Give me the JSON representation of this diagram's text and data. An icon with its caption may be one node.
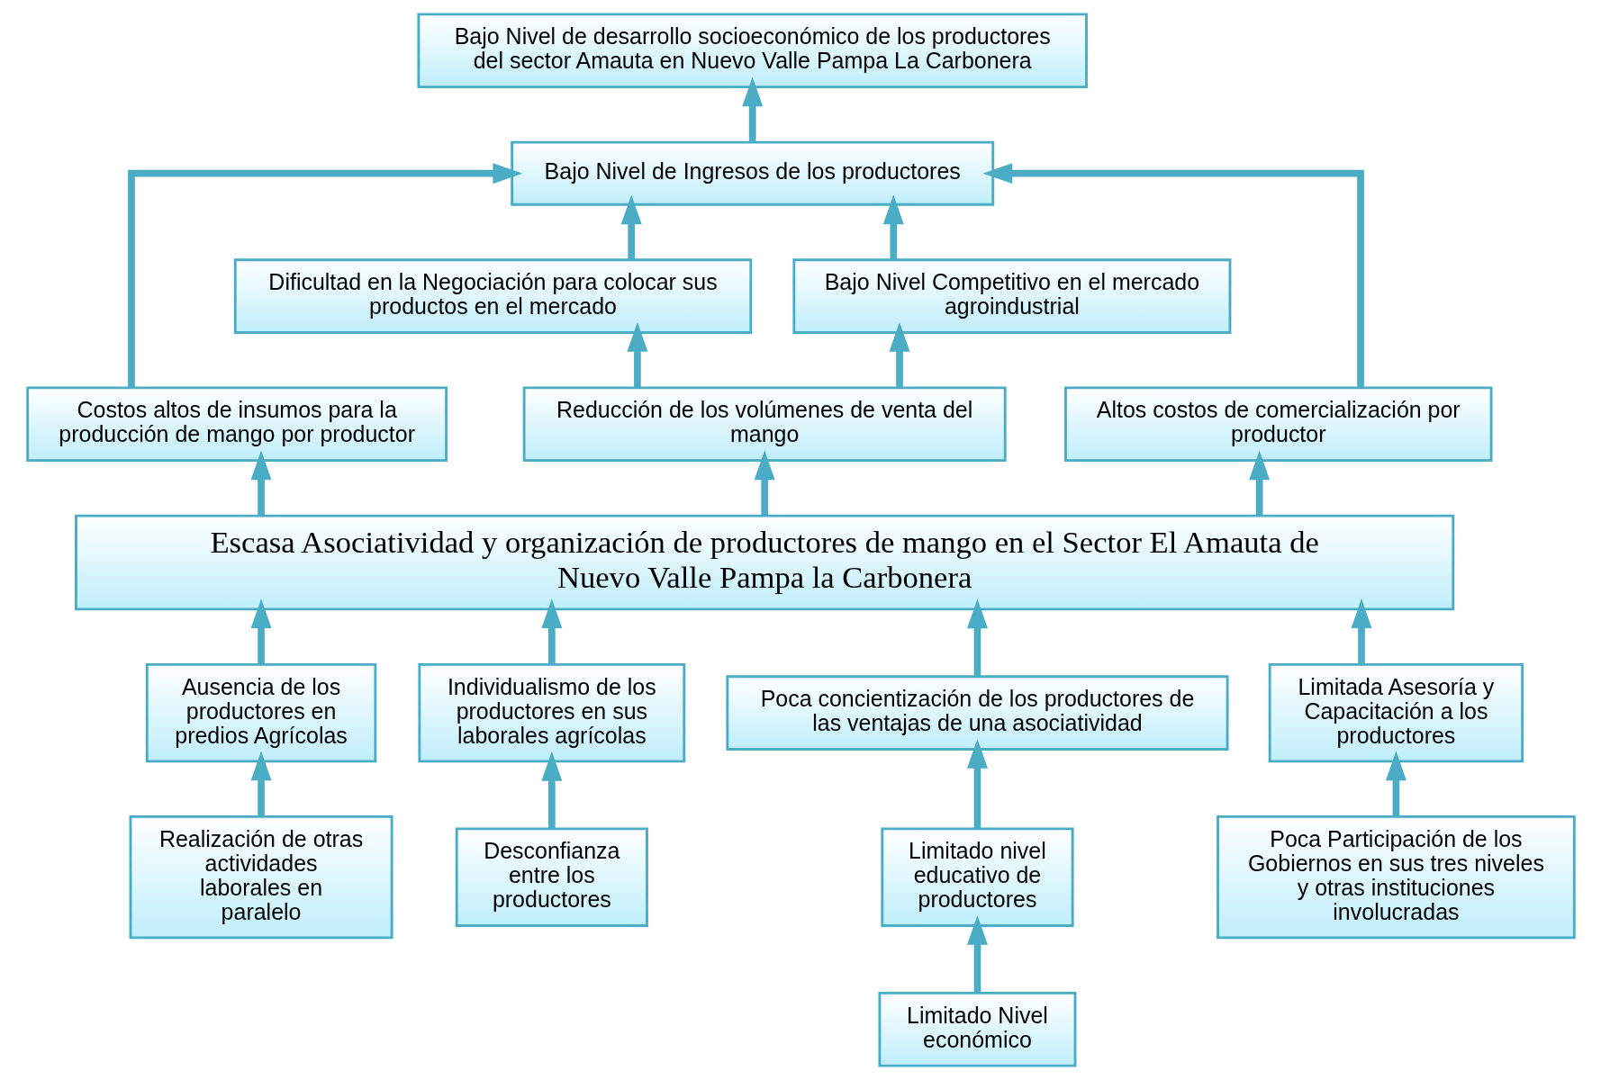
{
  "diagram": {
    "nodes": [
      {
        "text": [
          "Bajo Nivel de desarrollo socioeconómico de los productores del sector Amauta en Nuevo Valle Pampa La Carbonera"
        ]
      },
      {
        "text": [
          "Bajo Nivel de Ingresos de los productores"
        ]
      },
      {
        "text": [
          "Dificultad en la Negociación para colocar sus productos en el mercado"
        ]
      },
      {
        "text": [
          "Bajo Nivel Competitivo en el mercado agroindustrial"
        ]
      },
      {
        "text": [
          "Costos altos de insumos para la producción de mango por productor"
        ]
      },
      {
        "text": [
          "Reducción de los volúmenes de venta del mango"
        ]
      },
      {
        "text": [
          "Altos costos de comercialización por productor"
        ]
      },
      {
        "text": [
          "Escasa Asociatividad y organización de productores de mango en el Sector El Amauta de Nuevo Valle Pampa la Carbonera"
        ]
      },
      {
        "text": [
          "Ausencia de los productores en predios Agrícolas"
        ]
      },
      {
        "text": [
          "Individualismo de los productores en sus laborales agrícolas"
        ]
      },
      {
        "text": [
          "Poca concientización de los productores de las ventajas de una asociatividad"
        ]
      },
      {
        "text": [
          "Limitada Asesoría y Capacitación a los productores"
        ]
      },
      {
        "text": [
          "Realización de otras actividades laborales en paralelo"
        ]
      },
      {
        "text": [
          "Desconfianza entre los productores"
        ]
      },
      {
        "text": [
          "Limitado nivel educativo de productores"
        ]
      },
      {
        "text": [
          "Poca Participación de los Gobiernos en sus tres niveles y otras instituciones involucradas"
        ]
      },
      {
        "text": [
          "Limitado Nivel económico"
        ]
      }
    ],
    "edges": [
      {
        "from": 1,
        "to": 0,
        "arrow": "to"
      },
      {
        "from": 4,
        "to": 1,
        "arrow": "to"
      },
      {
        "from": 2,
        "to": 1,
        "arrow": "to"
      },
      {
        "from": 3,
        "to": 1,
        "arrow": "to"
      },
      {
        "from": 6,
        "to": 1,
        "arrow": "to"
      },
      {
        "from": 5,
        "to": 2,
        "arrow": "to"
      },
      {
        "from": 5,
        "to": 3,
        "arrow": "to"
      },
      {
        "from": 7,
        "to": 4,
        "arrow": "to"
      },
      {
        "from": 7,
        "to": 5,
        "arrow": "to"
      },
      {
        "from": 7,
        "to": 6,
        "arrow": "to"
      },
      {
        "from": 8,
        "to": 7,
        "arrow": "to"
      },
      {
        "from": 9,
        "to": 7,
        "arrow": "to"
      },
      {
        "from": 10,
        "to": 7,
        "arrow": "to"
      },
      {
        "from": 11,
        "to": 7,
        "arrow": "to"
      },
      {
        "from": 12,
        "to": 8,
        "arrow": "to"
      },
      {
        "from": 13,
        "to": 9,
        "arrow": "to"
      },
      {
        "from": 14,
        "to": 10,
        "arrow": "to"
      },
      {
        "from": 16,
        "to": 14,
        "arrow": "to"
      },
      {
        "from": 15,
        "to": 11,
        "arrow": "to"
      }
    ]
  }
}
